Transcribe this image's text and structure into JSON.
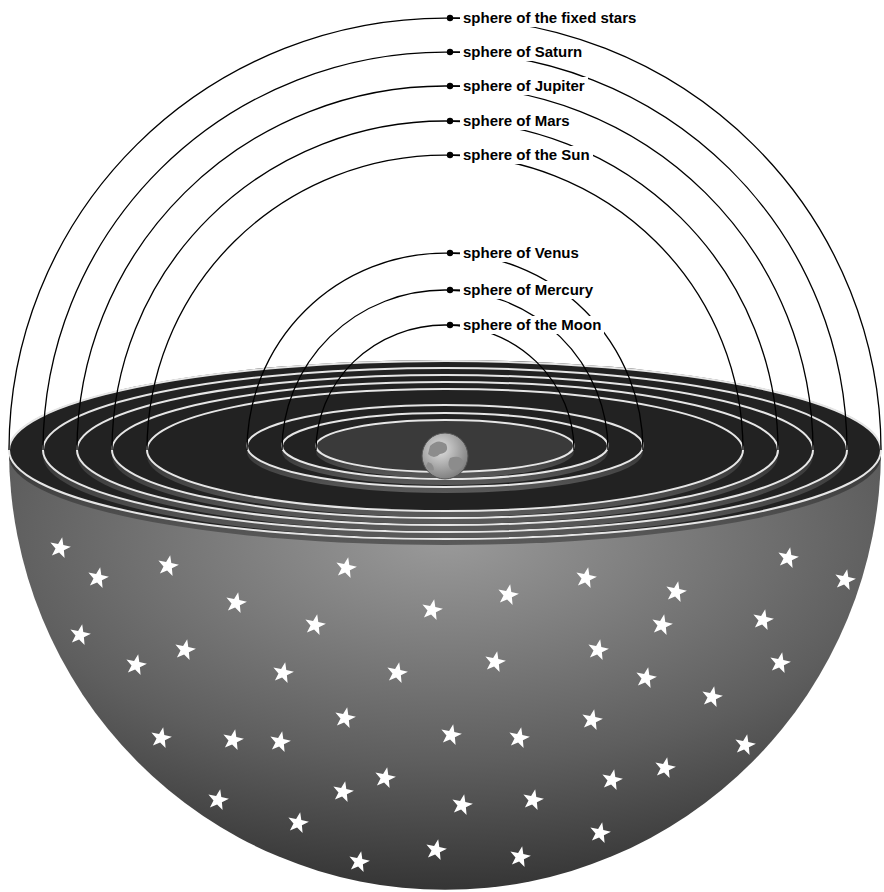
{
  "diagram": {
    "labels": [
      "sphere of the fixed stars",
      "sphere of Saturn",
      "sphere of Jupiter",
      "sphere of Mars",
      "sphere of the Sun",
      "sphere of Venus",
      "sphere of Mercury",
      "sphere of the Moon"
    ]
  }
}
